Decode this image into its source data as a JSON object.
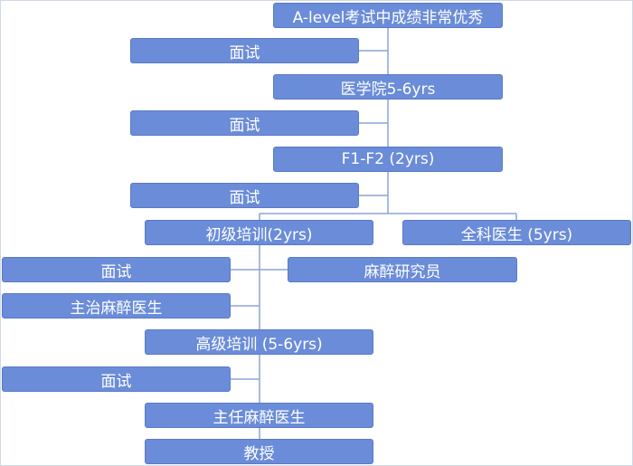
{
  "diagram": {
    "colors": {
      "node_fill": "#6b8cd8",
      "node_text": "#ffffff",
      "connector": "#8da3d6"
    },
    "nodes": {
      "alevel": "A-level考试中成绩非常优秀",
      "interview_1": "面试",
      "medical_school": "医学院5-6yrs",
      "interview_2": "面试",
      "f1_f2": "F1-F2 (2yrs)",
      "interview_3": "面试",
      "basic_training": "初级培训(2yrs)",
      "gp": "全科医生 (5yrs)",
      "interview_4": "面试",
      "anesthesia_fellow": "麻醉研究员",
      "attending": "主治麻醉医生",
      "higher_training": "高级培训 (5-6yrs)",
      "interview_5": "面试",
      "chief": "主任麻醉医生",
      "professor": "教授"
    }
  }
}
